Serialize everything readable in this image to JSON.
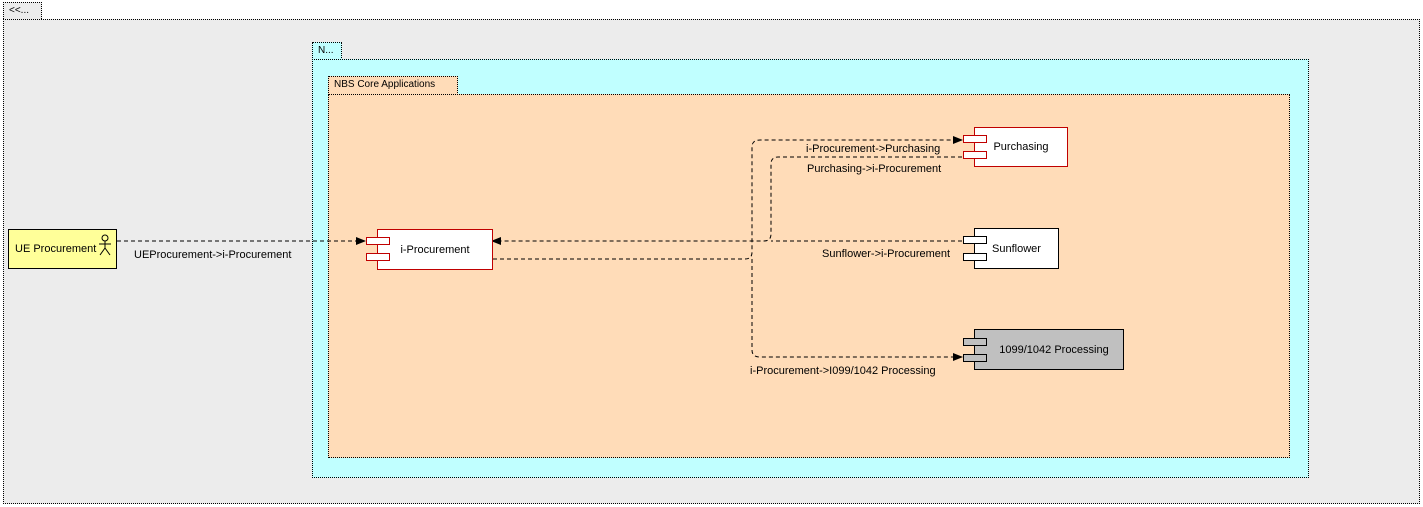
{
  "packages": {
    "outer_tab": "<<...",
    "nbs_tab": "N...",
    "core_tab": "NBS Core Applications"
  },
  "actor": {
    "label": "UE Procurement"
  },
  "components": {
    "iproc": "i-Procurement",
    "purchasing": "Purchasing",
    "sunflower": "Sunflower",
    "processing": "1099/1042 Processing"
  },
  "connectors": {
    "ue_to_iproc": "UEProcurement->i-Procurement",
    "iproc_to_purch": "i-Procurement->Purchasing",
    "purch_to_iproc": "Purchasing->i-Procurement",
    "sun_to_iproc": "Sunflower->i-Procurement",
    "iproc_to_1099": "i-Procurement->I099/1042 Processing"
  },
  "colors": {
    "outer_fill": "#ececec",
    "nbs_fill": "#c0ffff",
    "core_fill": "#ffdcb8",
    "actor_fill": "#ffff99",
    "component_border_red": "#c00000",
    "processing_fill": "#c0c0c0"
  }
}
